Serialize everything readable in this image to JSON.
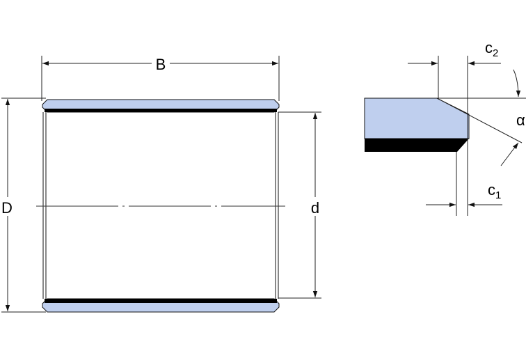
{
  "labels": {
    "B": "B",
    "D": "D",
    "d": "d",
    "c1_base": "c",
    "c1_sub": "1",
    "c2_base": "c",
    "c2_sub": "2",
    "alpha": "α"
  },
  "colors": {
    "lining_fill": "#bfcfee",
    "steel_layer": "#000000",
    "outline": "#111111",
    "dim_line": "#222222",
    "background": "#ffffff"
  }
}
